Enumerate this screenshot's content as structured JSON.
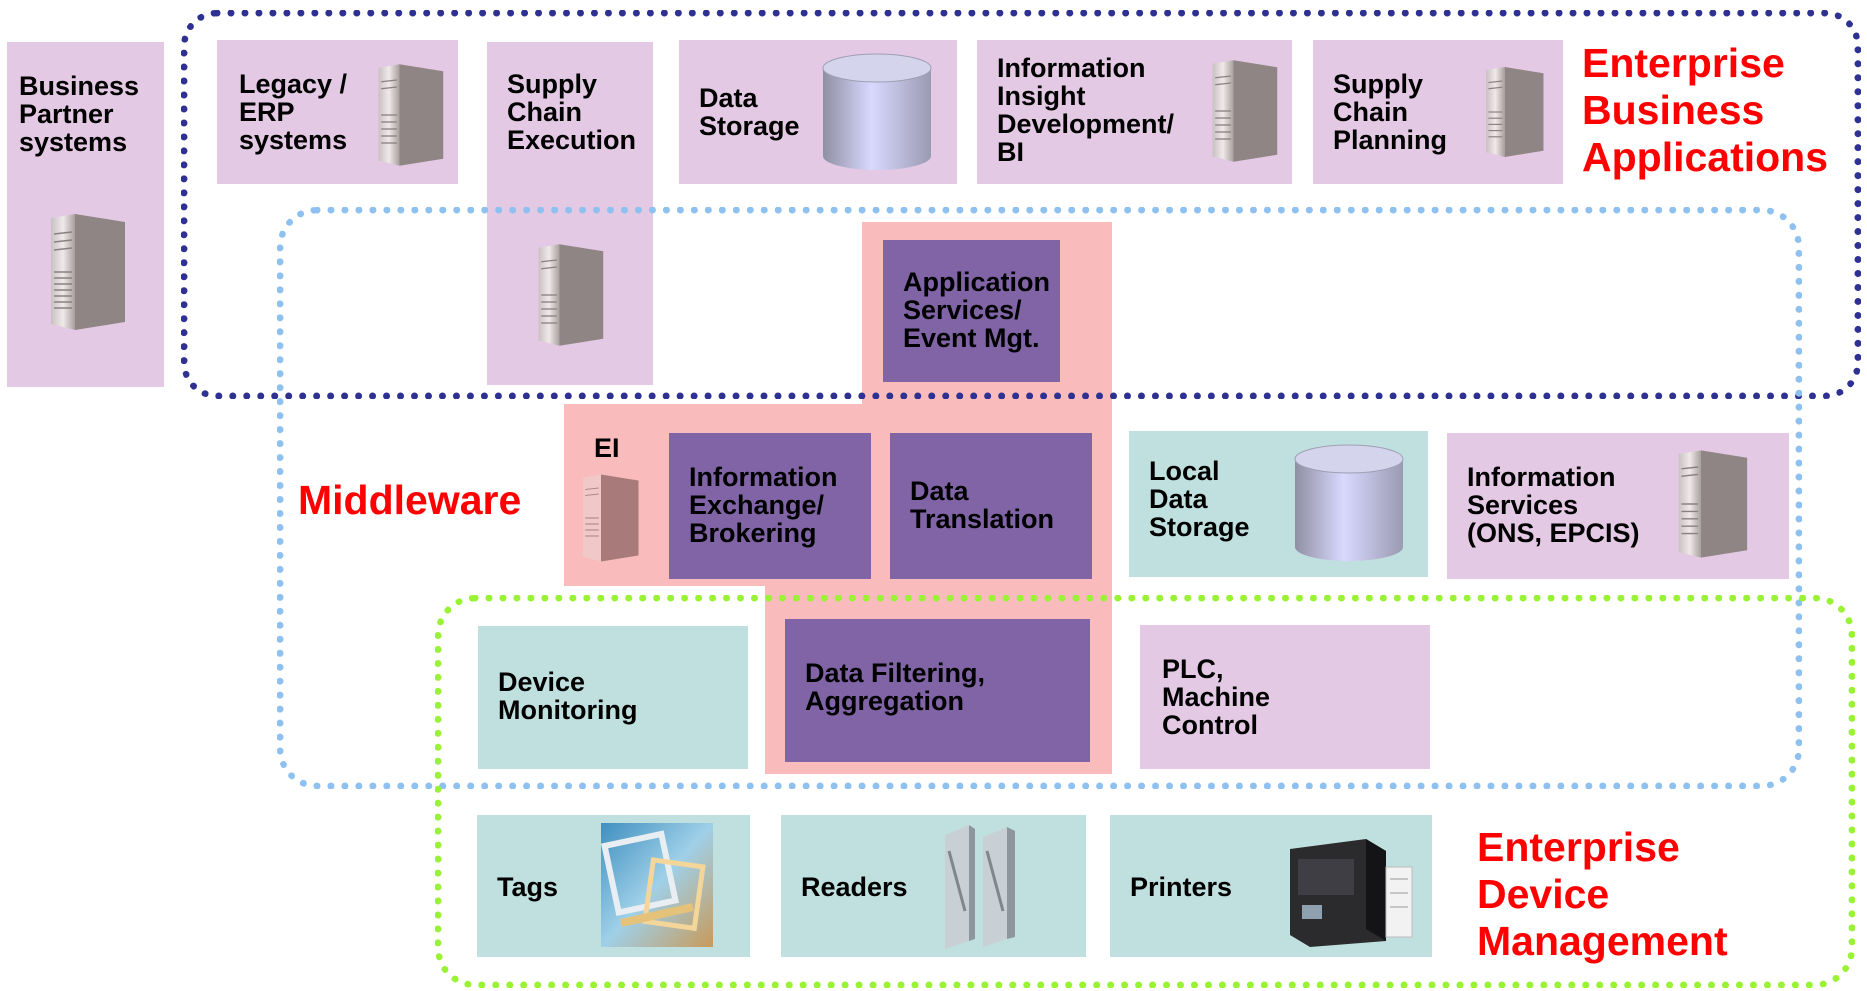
{
  "labels": {
    "business_partner": "Business\nPartner\nsystems",
    "legacy_erp": "Legacy /\nERP\nsystems",
    "supply_chain_execution": "Supply\nChain\nExecution",
    "data_storage": "Data\nStorage",
    "info_insight": "Information\nInsight\nDevelopment/\nBI",
    "supply_chain_planning": "Supply\nChain\nPlanning",
    "app_services": "Application\nServices/\nEvent Mgt.",
    "ei": "EI",
    "info_exchange": "Information\nExchange/\nBrokering",
    "data_translation": "Data\nTranslation",
    "local_data_storage": "Local\nData\nStorage",
    "info_services": "Information\nServices\n(ONS, EPCIS)",
    "device_monitoring": "Device\nMonitoring",
    "data_filtering": "Data Filtering,\n Aggregation",
    "plc": "PLC,\nMachine\nControl",
    "tags": "Tags",
    "readers": "Readers",
    "printers": "Printers"
  },
  "zones": {
    "enterprise_business": "Enterprise\nBusiness\nApplications",
    "middleware": "Middleware",
    "enterprise_device": "Enterprise\nDevice\nManagement"
  },
  "colors": {
    "pink_box": "#e3c9e3",
    "teal_box": "#bfe0de",
    "purple_box": "#8064a6",
    "salmon_highlight": "#f9bbbb",
    "zone_title": "#ff0000",
    "enterprise_border": "#2e3192",
    "middleware_border": "#8ec1ef",
    "device_border": "#99f233"
  },
  "icons": {
    "server": "server-tower-icon",
    "database": "database-cylinder-icon",
    "tags": "rfid-tags-photo-icon",
    "readers": "rfid-reader-gates-icon",
    "printers": "label-printer-icon"
  }
}
